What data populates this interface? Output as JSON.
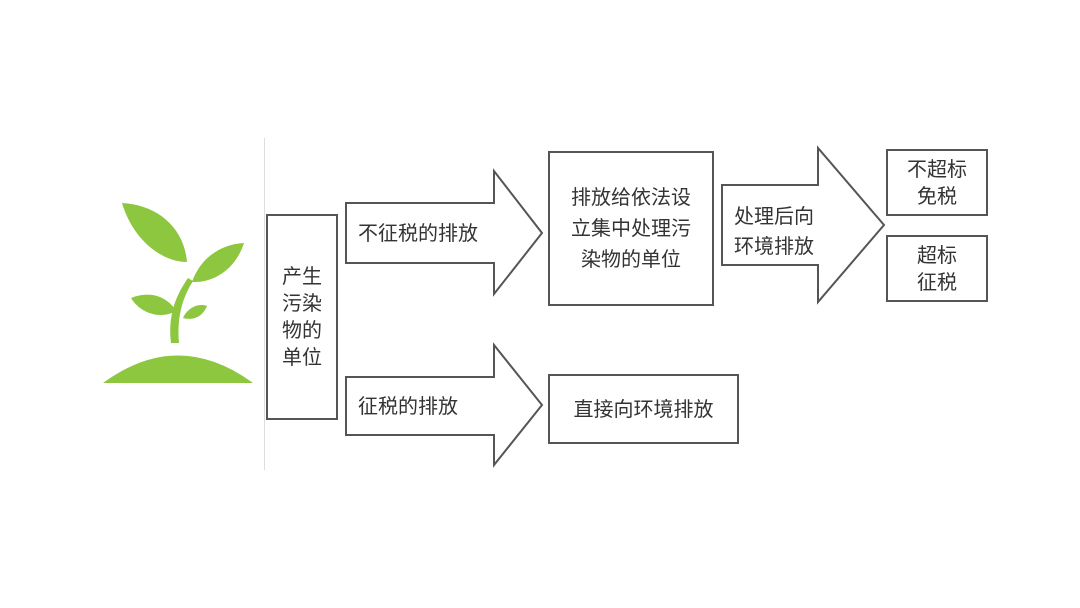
{
  "diagram": {
    "source_box": {
      "lines": [
        "产生",
        "污染",
        "物的",
        "单位"
      ]
    },
    "arrows": {
      "untaxed": "不征税的排放",
      "taxed": "征税的排放",
      "after_treatment": [
        "处理后向",
        "环境排放"
      ]
    },
    "treatment_box": {
      "lines": [
        "排放给依法设",
        "立集中处理污",
        "染物的单位"
      ]
    },
    "direct_box": "直接向环境排放",
    "outcome_exempt": [
      "不超标",
      "免税"
    ],
    "outcome_taxed": [
      "超标",
      "征税"
    ]
  },
  "colors": {
    "plant": "#8dc63f",
    "border": "#555555",
    "text": "#333333"
  },
  "icons": {
    "plant": "seedling-icon"
  }
}
